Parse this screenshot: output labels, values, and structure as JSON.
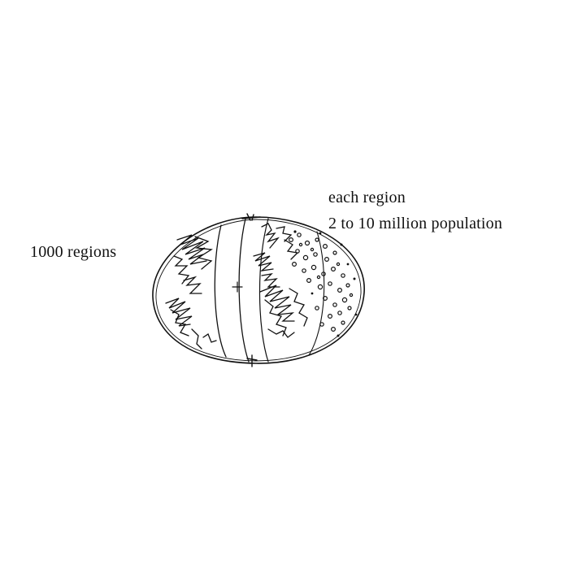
{
  "labels": {
    "left": "1000 regions",
    "right_line1": "each region",
    "right_line2": "2 to 10 million population"
  },
  "colors": {
    "ink": "#111111",
    "background": "#ffffff"
  },
  "icons": {
    "globe": "hand-drawn-globe-sketch"
  }
}
